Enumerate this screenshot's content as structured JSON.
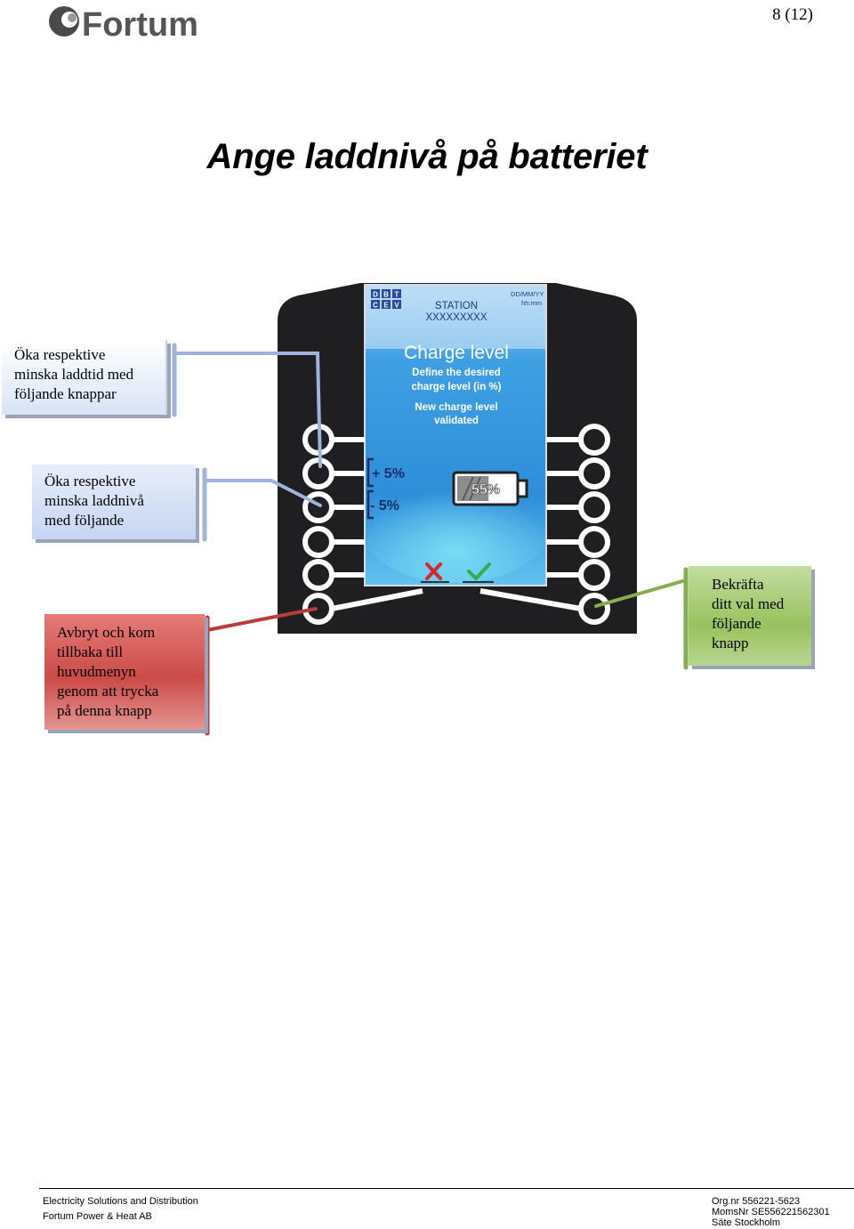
{
  "header": {
    "logo_text": "Fortum",
    "page_number": "8 (12)"
  },
  "title": "Ange laddnivå på batteriet",
  "screen": {
    "logo_letters": [
      "D",
      "B",
      "T",
      "C",
      "E",
      "V"
    ],
    "date": "DD/MM/YY",
    "time": "hh:mm",
    "station_label": "STATION",
    "station_id": "XXXXXXXXX",
    "heading": "Charge level",
    "instruction_1": "Define the desired",
    "instruction_2": "charge level (in %)",
    "status_1": "New charge level",
    "status_2": "validated",
    "plus_label": "+ 5%",
    "minus_label": "- 5%",
    "battery_level": "55%",
    "battery_fraction": 0.55,
    "colors": {
      "screen_top": "#e8eefb",
      "screen_mid": "#3da3e6",
      "cancel": "#d8262b",
      "confirm": "#2bb34a"
    }
  },
  "callouts": {
    "increase_time": [
      "Öka respektive",
      "minska laddtid med",
      "följande knappar"
    ],
    "increase_level": [
      "Öka respektive",
      "minska laddnivå",
      "med följande"
    ],
    "cancel": [
      "Avbryt och kom",
      "tillbaka till",
      "huvudmenyn",
      "genom att trycka",
      "på denna knapp"
    ],
    "confirm": [
      "Bekräfta",
      "ditt val med",
      "följande",
      "knapp"
    ]
  },
  "footer": {
    "left_1": "Electricity Solutions and Distribution",
    "left_2": "Fortum Power & Heat AB",
    "right_1": "Org.nr 556221-5623",
    "right_2": "MomsNr SE556221562301",
    "right_3": "Säte Stockholm"
  }
}
